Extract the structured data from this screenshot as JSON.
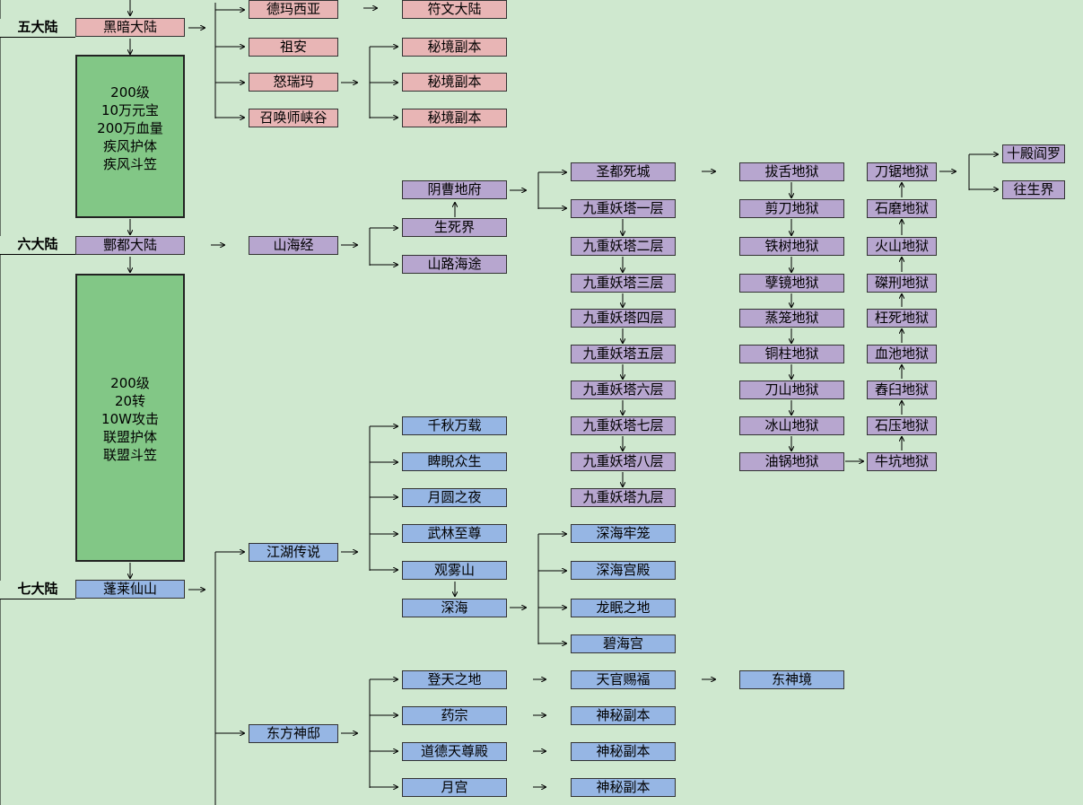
{
  "continents": {
    "five": {
      "label": "五大陆",
      "name": "黑暗大陆"
    },
    "six": {
      "label": "六大陆",
      "name": "酆都大陆"
    },
    "seven": {
      "label": "七大陆",
      "name": "蓬莱仙山"
    }
  },
  "requirements": {
    "to_six": [
      "200级",
      "10万元宝",
      "200万血量",
      "疾风护体",
      "疾风斗笠"
    ],
    "to_seven": [
      "200级",
      "20转",
      "10W攻击",
      "联盟护体",
      "联盟斗笠"
    ]
  },
  "dark": {
    "demaxiya": "德玛西亚",
    "fuwen": "符文大陆",
    "zuan": "祖安",
    "nuruima": "怒瑞玛",
    "zhaohuanshi": "召唤师峡谷",
    "mijing": [
      "秘境副本",
      "秘境副本",
      "秘境副本"
    ]
  },
  "fengdu": {
    "shanhaijing": "山海经",
    "yincao": "阴曹地府",
    "shengsijie": "生死界",
    "shanlu": "山路海途",
    "shengdu": "圣都死城",
    "tower": [
      "九重妖塔一层",
      "九重妖塔二层",
      "九重妖塔三层",
      "九重妖塔四层",
      "九重妖塔五层",
      "九重妖塔六层",
      "九重妖塔七层",
      "九重妖塔八层",
      "九重妖塔九层"
    ],
    "hell_left": [
      "拔舌地狱",
      "剪刀地狱",
      "铁树地狱",
      "孽镜地狱",
      "蒸笼地狱",
      "铜柱地狱",
      "刀山地狱",
      "冰山地狱",
      "油锅地狱"
    ],
    "hell_right": [
      "刀锯地狱",
      "石磨地狱",
      "火山地狱",
      "磔刑地狱",
      "枉死地狱",
      "血池地狱",
      "舂臼地狱",
      "石压地狱",
      "牛坑地狱"
    ],
    "shidian": "十殿阎罗",
    "wangsheng": "往生界"
  },
  "penglai": {
    "jianghu": "江湖传说",
    "jianghu_children": [
      "千秋万载",
      "睥睨众生",
      "月圆之夜",
      "武林至尊",
      "观雾山"
    ],
    "shenhai": "深海",
    "deep": [
      "深海牢笼",
      "深海宫殿",
      "龙眠之地",
      "碧海宫"
    ],
    "dongfang": "东方神邸",
    "dongfang_children": [
      "登天之地",
      "药宗",
      "道德天尊殿",
      "月宫"
    ],
    "tianguan": "天官赐福",
    "dongshen": "东神境",
    "shenmi": [
      "神秘副本",
      "神秘副本",
      "神秘副本"
    ]
  },
  "colors": {
    "background": "#cfe8cf",
    "pink": "#e8b5b5",
    "purple": "#b7a6cf",
    "blue": "#96b6e4",
    "green": "#82c786"
  }
}
